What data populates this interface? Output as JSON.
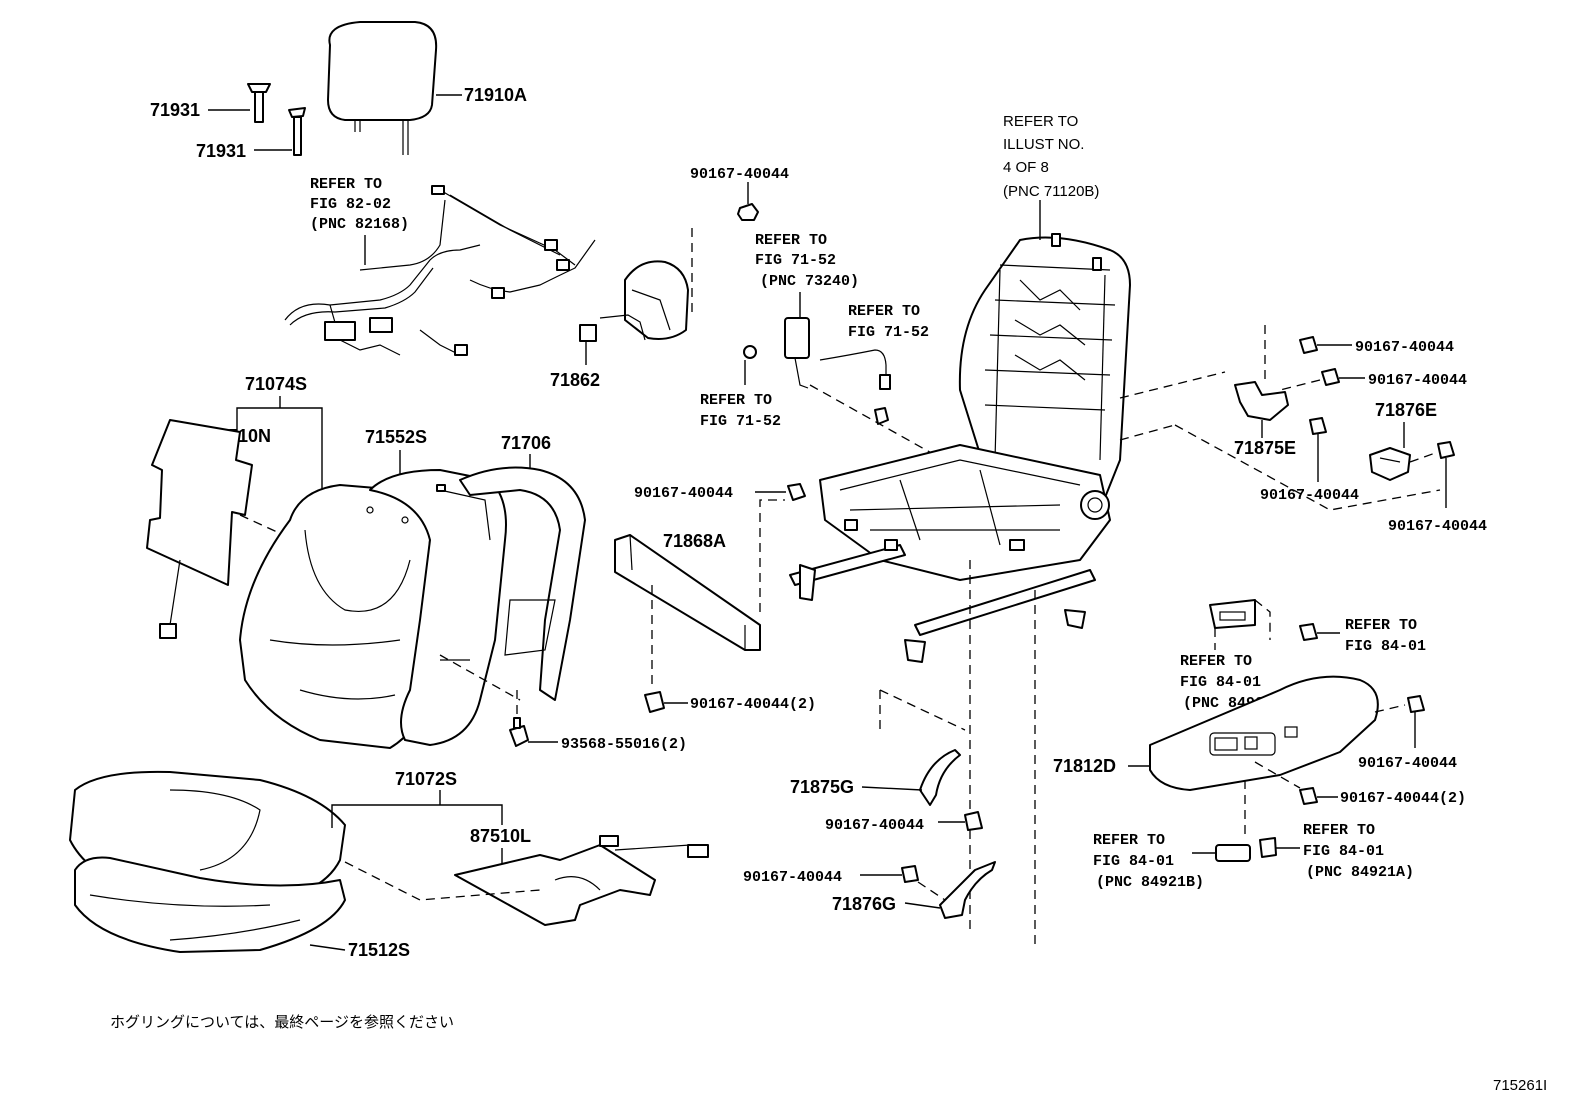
{
  "parts": {
    "p71931_a": "71931",
    "p71931_b": "71931",
    "p71910A": "71910A",
    "p71862": "71862",
    "p71074S": "71074S",
    "p87510N": "87510N",
    "p71552S": "71552S",
    "p71706": "71706",
    "p71868A": "71868A",
    "p71072S": "71072S",
    "p87510L": "87510L",
    "p71512S": "71512S",
    "p71875G": "71875G",
    "p71876G": "71876G",
    "p71875E": "71875E",
    "p71876E": "71876E",
    "p71812D": "71812D"
  },
  "bolts": {
    "b1": "90167-40044",
    "b2": "90167-40044",
    "b3": "90167-40044(2)",
    "b4": "93568-55016(2)",
    "b5": "90167-40044",
    "b6": "90167-40044",
    "b7": "90167-40044",
    "b8": "90167-40044",
    "b9": "90167-40044",
    "b10": "90167-40044",
    "b11": "90167-40044",
    "b12": "90167-40044(2)"
  },
  "refs": {
    "r_wire": [
      "REFER TO",
      "FIG 82-02",
      "(PNC 82168)"
    ],
    "r_belt": [
      "REFER TO",
      "FIG 71-52",
      "(PNC 73240)"
    ],
    "r_fig7152_a": [
      "REFER TO",
      "FIG 71-52"
    ],
    "r_fig7152_b": [
      "REFER TO",
      "FIG 71-52"
    ],
    "r_illust": [
      "REFER TO",
      "ILLUST NO.",
      "4 OF 8",
      "(PNC 71120B)"
    ],
    "r_fig8401_a": [
      "REFER TO",
      "FIG 84-01"
    ],
    "r_fig8401_b": [
      "REFER TO",
      "FIG 84-01",
      "(PNC 84922)"
    ],
    "r_fig8401_c": [
      "REFER TO",
      "FIG 84-01",
      "(PNC 84921B)"
    ],
    "r_fig8401_d": [
      "REFER TO",
      "FIG 84-01",
      "(PNC 84921A)"
    ]
  },
  "footnote": "ホグリングについては、最終ページを参照ください",
  "illustration_no": "715261I"
}
